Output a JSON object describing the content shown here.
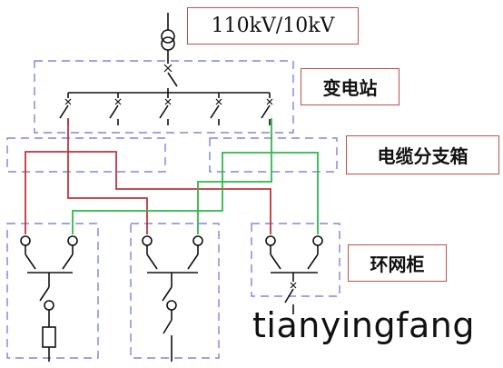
{
  "labels": {
    "voltage": "110kV/10kV",
    "substation": "变电站",
    "cable_branch_box": "电缆分支箱",
    "ring_main_unit": "环网柜"
  },
  "watermark": "tianyingfang",
  "colors": {
    "line_primary": "#111111",
    "feeder_red": "#c0343a",
    "feeder_green": "#2fb84a",
    "dashed_boundary": "#6b6bd8",
    "label_border": "#c0504d"
  }
}
